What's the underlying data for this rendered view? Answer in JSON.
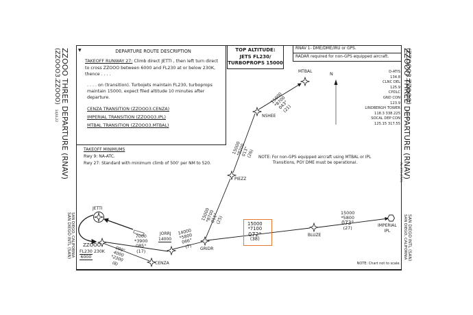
{
  "chart": {
    "title": "ZZOOO THREE DEPARTURE (RNAV)",
    "computer_code": "(ZZOOO3.ZZOOO)",
    "left_date_code": "14JUL22",
    "right_code": "22195",
    "right_faa_code": "AL-373 (FAA)",
    "airport": "SAN DIEGO INTL (SAN)",
    "location": "SAN DIEGO, CALIFORNIA"
  },
  "description": {
    "header": "DEPARTURE ROUTE DESCRIPTION",
    "takeoff_label": "TAKEOFF RUNWAY 27:",
    "takeoff_text": "Climb direct JETTI , then left turn direct to cross ZZOOO between 6000 and FL230 at or below 230K, thence . . . .",
    "continuation": ". . . . on (transition).  Turbojets maintain FL230, turboprops maintain 15000, expect filed altitude 10 minutes after departure.",
    "transitions": [
      "CENZA TRANSITION (ZZOOO3.CENZA)",
      "IMPERIAL TRANSITION (ZZOOO3.IPL)",
      "MTBAL TRANSITION (ZZOOO3.MTBAL)"
    ]
  },
  "top_altitude": {
    "line1": "TOP ALTITUDE:",
    "line2": "JETS FL230/",
    "line3": "TURBOPROPS 15000"
  },
  "rnav_notes": [
    "RNAV 1- DME/DME/IRU or GPS.",
    "RADAR required for non-GPS equipped aircraft."
  ],
  "north_label": "N",
  "frequencies": [
    "D-ATIS",
    "134.8",
    "CLNC DEL",
    "125.9",
    "CPDLC",
    "GND CON",
    "123.9",
    "LINDBERGH TOWER",
    "118.3 338.225",
    "SOCAL DEP CON",
    "125.15  317.55"
  ],
  "takeoff_minimums": {
    "header": "TAKEOFF MINIMUMS",
    "rwy9": "Rwy  9:  NA-ATC.",
    "rwy27": "Rwy 27:  Standard with minimum climb of 500' per NM to 520."
  },
  "notes": {
    "gps_line1": "NOTE: For non-GPS equipped aircraft using MTBAL or IPL",
    "gps_line2": "Transitions, PGY DME must be operational.",
    "scale": "NOTE: Chart not to scale."
  },
  "waypoints": {
    "jetti": "JETTI",
    "zzooo": "ZZOOO",
    "zzooo_alt_upper": "FL230",
    "zzooo_alt_lower": "6000",
    "zzooo_speed": "230K",
    "jorrj": "JORRJ",
    "jorrj_alt": "14000",
    "cenza": "CENZA",
    "gridr": "GRIDR",
    "piezz": "PIEZZ",
    "nshee": "NSHEE",
    "mtbal": "MTBAL",
    "bluze": "BLUZE",
    "imperial": "IMPERIAL",
    "ipl": "IPL"
  },
  "legs": {
    "zzooo_jorrj": {
      "mea": "7000",
      "moca": "*3900",
      "course": "085°",
      "dist": "(17)"
    },
    "zzooo_cenza": {
      "course": "099°",
      "mea": "4000",
      "moca": "*2300",
      "dist": "(8)"
    },
    "jorrj_gridr": {
      "mea": "14000",
      "moca": "*5800",
      "course": "066°",
      "dist": "(7)"
    },
    "gridr_piezz": {
      "mea": "15000",
      "moca": "*8700",
      "course": "011°",
      "dist": "(25)"
    },
    "piezz_nshee": {
      "mea": "15000",
      "moca": "*8200",
      "course": "013°",
      "dist": "(26)"
    },
    "nshee_mtbal": {
      "mea": "15000",
      "moca": "*8700",
      "course": "043°",
      "dist": "(21)"
    },
    "gridr_bluze": {
      "mea": "15000",
      "moca": "*7100",
      "course": "072°",
      "dist": "(38)"
    },
    "bluze_ipl": {
      "mea": "15000",
      "moca": "*5800",
      "course": "073°",
      "dist": "(27)"
    }
  },
  "colors": {
    "ink": "#1a1a1a",
    "highlight": "#e8772e"
  }
}
